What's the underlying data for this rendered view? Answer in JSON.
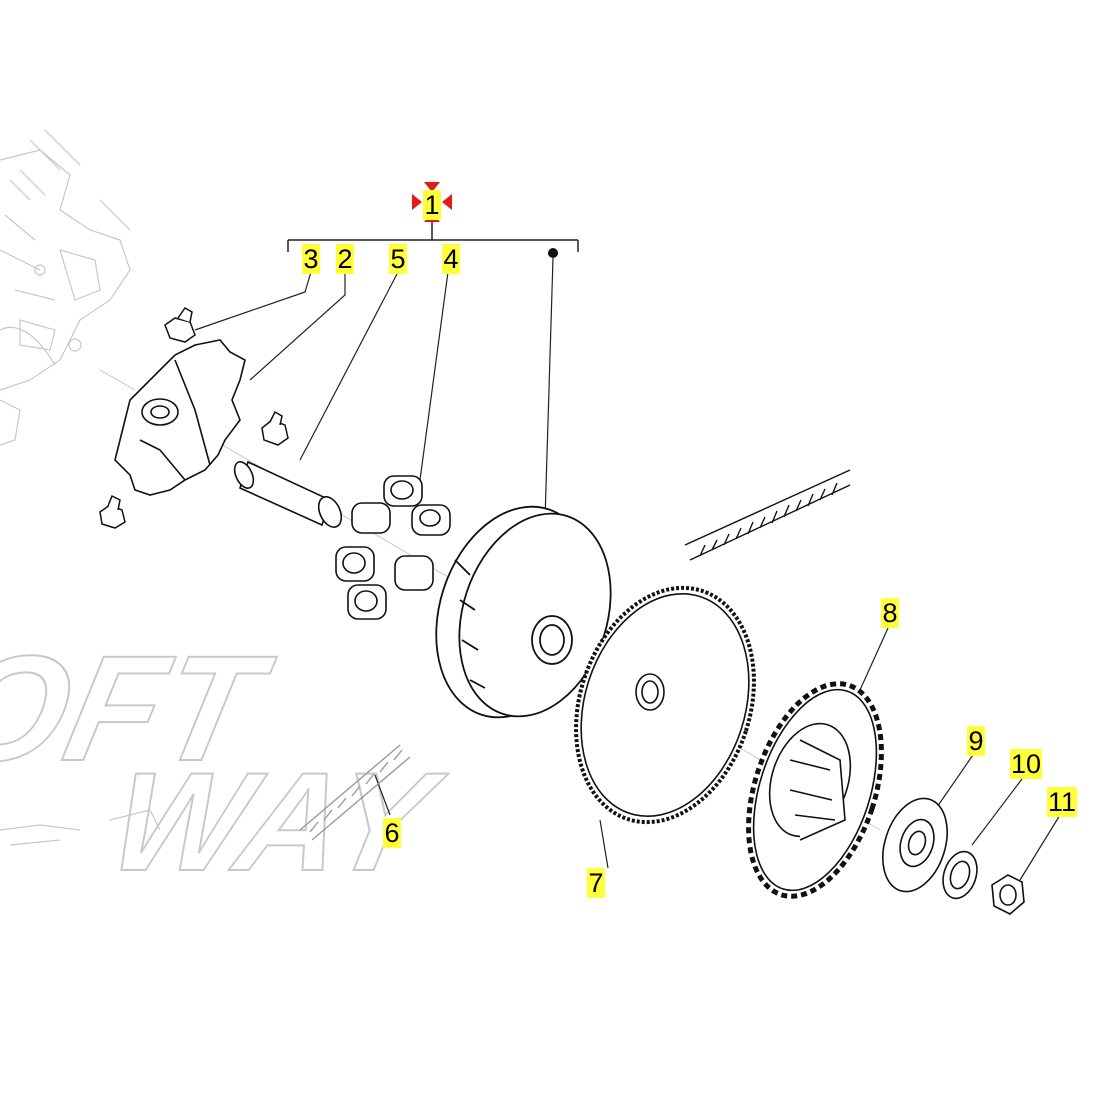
{
  "watermark": {
    "line1": "SOFT",
    "line2": "WAY"
  },
  "callouts": {
    "assembly": "1",
    "c2": "2",
    "c3": "3",
    "c4": "4",
    "c5": "5",
    "c6": "6",
    "c7": "7",
    "c8": "8",
    "c9": "9",
    "c10": "10",
    "c11": "11"
  },
  "colors": {
    "highlight": "#ffff3a",
    "marker": "#e31b1b",
    "line": "#222222",
    "faint": "#c8c8c8"
  },
  "icons": {
    "assembly_marker": "red-cross-arrows-icon",
    "bullet": "filled-dot-icon"
  }
}
